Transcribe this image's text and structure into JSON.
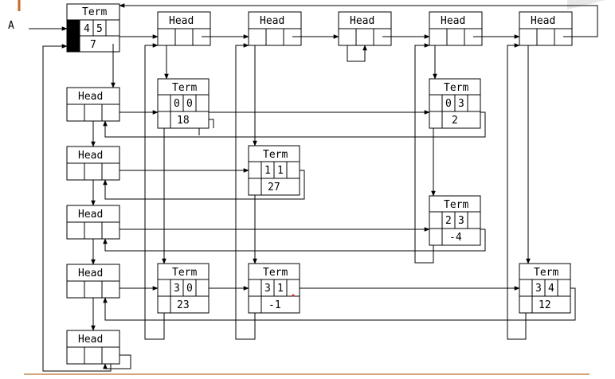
{
  "entry_label": "A",
  "head_label": "Head",
  "term_label": "Term",
  "root_term": {
    "row": "4",
    "col": "5",
    "value": "7"
  },
  "terms": [
    {
      "row": "0",
      "col": "0",
      "value": "18"
    },
    {
      "row": "0",
      "col": "3",
      "value": "2"
    },
    {
      "row": "1",
      "col": "1",
      "value": "27"
    },
    {
      "row": "2",
      "col": "3",
      "value": "-4"
    },
    {
      "row": "3",
      "col": "0",
      "value": "23"
    },
    {
      "row": "3",
      "col": "1",
      "value": "-1"
    },
    {
      "row": "3",
      "col": "4",
      "value": "12"
    }
  ],
  "colors": {
    "line": "#000000",
    "bottom_rule": "#d2a679",
    "accent": "#c46a2a"
  }
}
